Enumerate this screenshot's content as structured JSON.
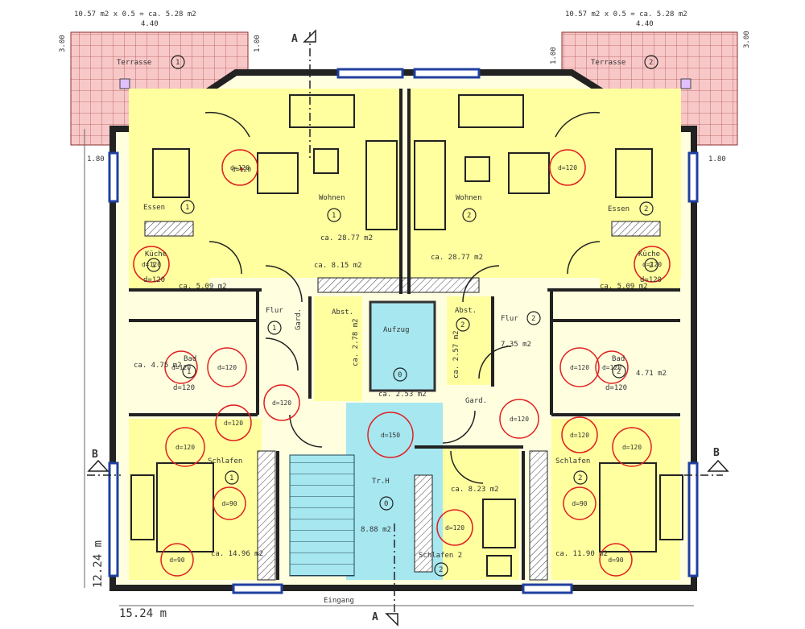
{
  "top_left_formula": "10.57 m2 x 0.5 = ca. 5.28 m2",
  "top_left_dim": "4.40",
  "top_right_formula": "10.57 m2 x 0.5 = ca. 5.28 m2",
  "top_right_dim": "4.40",
  "terrace_left": "Terrasse",
  "terrace_left_num": "1",
  "terrace_right": "Terrasse",
  "terrace_right_num": "2",
  "dim_300_left": "3.00",
  "dim_100_left": "1.00",
  "dim_100_right": "1.00",
  "dim_300_right": "3.00",
  "dim_180_left": "1.80",
  "dim_180_right": "1.80",
  "section_a_top": "A",
  "section_a_bottom": "A",
  "section_b_left": "B",
  "section_b_right": "B",
  "width_label": "15.24 m",
  "height_label": "12.24 m",
  "entrance": "Eingang",
  "rooms": {
    "essen1": "Essen",
    "essen1_num": "1",
    "essen2": "Essen",
    "essen2_num": "2",
    "wohnen1": "Wohnen",
    "wohnen1_num": "1",
    "wohnen2": "Wohnen",
    "wohnen2_num": "2",
    "wohnen1_area": "ca. 28.77 m2",
    "wohnen2_area": "ca. 28.77 m2",
    "kueche1": "Küche",
    "kueche1_num": "1",
    "kueche1_d": "d=120",
    "kueche2": "Küche",
    "kueche2_num": "2",
    "kueche2_d": "d=120",
    "kueche1_area": "ca. 5.09 m2",
    "kueche2_area": "ca. 5.09 m2",
    "flur1_area": "ca. 8.15 m2",
    "flur1": "Flur",
    "flur1_num": "1",
    "flur2": "Flur",
    "flur2_num": "2",
    "flur2_area": "7.35 m2",
    "abst1": "Abst.",
    "abst2": "Abst.",
    "abst2_num": "2",
    "garderobe1": "Gard.",
    "garderobe2": "Gard.",
    "abst1_area": "ca. 2.78 m2",
    "abst2_area": "ca. 2.57 m2",
    "aufzug": "Aufzug",
    "aufzug_num": "0",
    "aufzug_area": "ca. 2.53 m2",
    "bad1": "Bad",
    "bad1_num": "1",
    "bad1_d": "d=120",
    "bad2": "Bad",
    "bad2_num": "2",
    "bad2_d": "d=120",
    "bad1_area": "ca. 4.75 m2",
    "bad2_area": "4.71 m2",
    "schlafen1": "Schlafen",
    "schlafen1_num": "1",
    "schlafen2": "Schlafen",
    "schlafen2_num": "2",
    "schlafen1_area": "ca. 14.96 m2",
    "schlafen2_area": "ca. 11.90 m2",
    "treppe": "Tr.H",
    "treppe_num": "0",
    "treppe_area": "8.88 m2",
    "schlafen3": "Schlafen 2",
    "schlafen3_num": "2",
    "schlafen3_area": "ca. 8.23 m2"
  },
  "circles": [
    "d=120",
    "d=120",
    "d=120",
    "d=120",
    "d=120",
    "d=120",
    "d=120",
    "d=120",
    "d=120",
    "d=120",
    "d=120",
    "d=150",
    "d=120",
    "d=90",
    "d=90",
    "d=90",
    "d=90",
    "d=120",
    "d=120",
    "d=120",
    "d=120"
  ]
}
